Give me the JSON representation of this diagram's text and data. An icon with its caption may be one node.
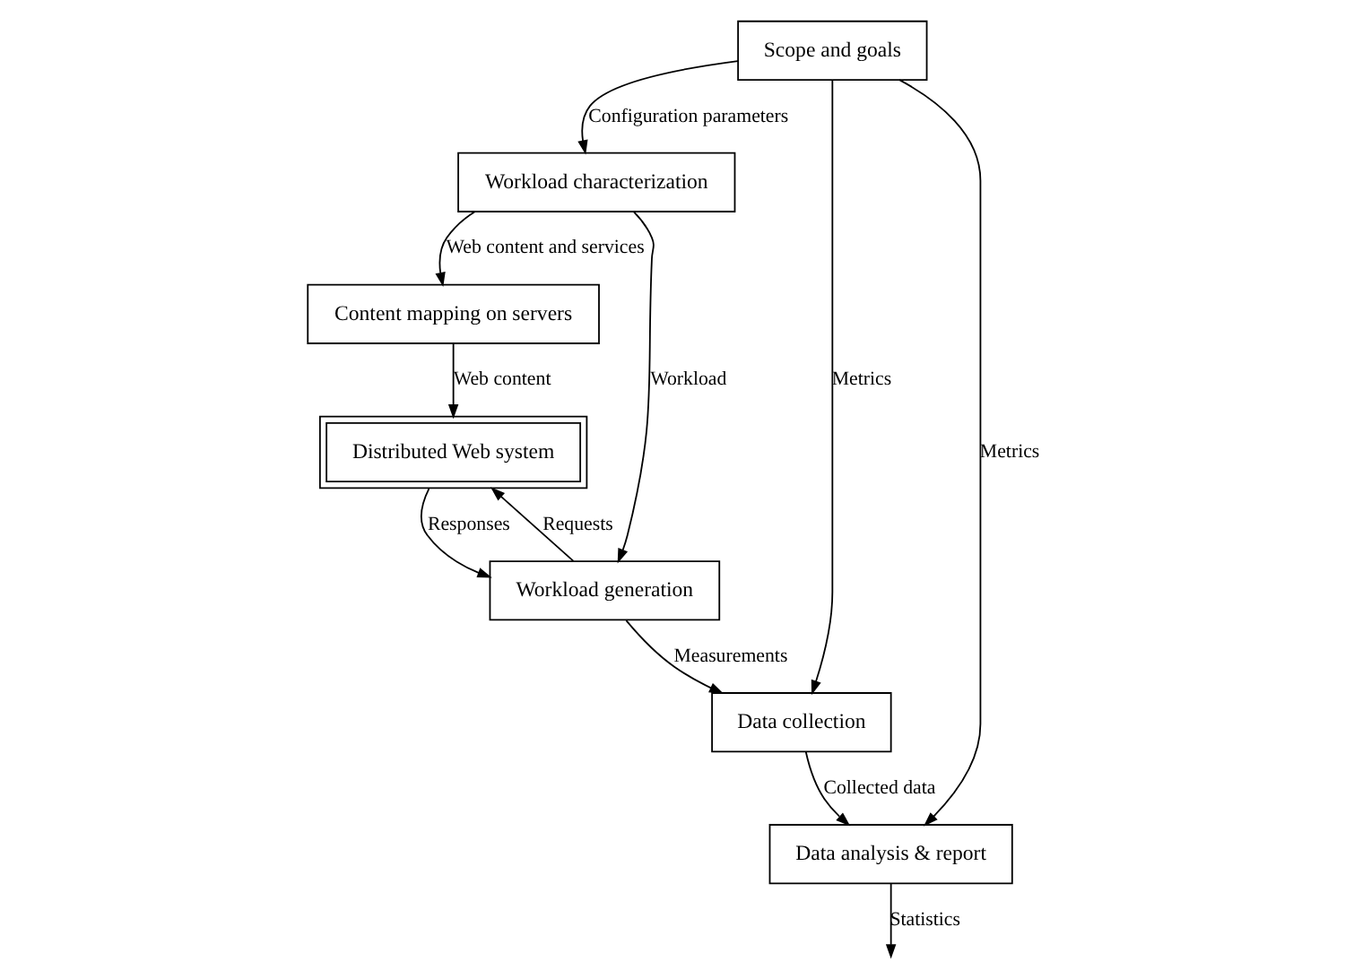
{
  "diagram": {
    "nodes": [
      {
        "text": [
          "Scope and goals"
        ]
      },
      {
        "text": [
          "Workload characterization"
        ]
      },
      {
        "text": [
          "Content mapping on servers"
        ]
      },
      {
        "text": [
          "Distributed Web system"
        ]
      },
      {
        "text": [
          "Workload generation"
        ]
      },
      {
        "text": [
          "Data collection"
        ]
      },
      {
        "text": [
          "Data analysis & report"
        ]
      }
    ],
    "edges": [
      {
        "from": 0,
        "to": 1,
        "arrow": "to",
        "label": "Configuration parameters"
      },
      {
        "from": 1,
        "to": 2,
        "arrow": "to",
        "label": "Web content and services"
      },
      {
        "from": 2,
        "to": 3,
        "arrow": "to",
        "label": "Web content"
      },
      {
        "from": 1,
        "to": 4,
        "arrow": "to",
        "label": "Workload"
      },
      {
        "from": 4,
        "to": 3,
        "arrow": "to",
        "label": "Requests"
      },
      {
        "from": 3,
        "to": 4,
        "arrow": "to",
        "label": "Responses"
      },
      {
        "from": 4,
        "to": 5,
        "arrow": "to",
        "label": "Measurements"
      },
      {
        "from": 0,
        "to": 5,
        "arrow": "to",
        "label": "Metrics"
      },
      {
        "from": 5,
        "to": 6,
        "arrow": "to",
        "label": "Collected data"
      },
      {
        "from": 0,
        "to": 6,
        "arrow": "to",
        "label": "Metrics"
      },
      {
        "from": 6,
        "to": null,
        "arrow": "to",
        "label": "Statistics"
      }
    ]
  }
}
